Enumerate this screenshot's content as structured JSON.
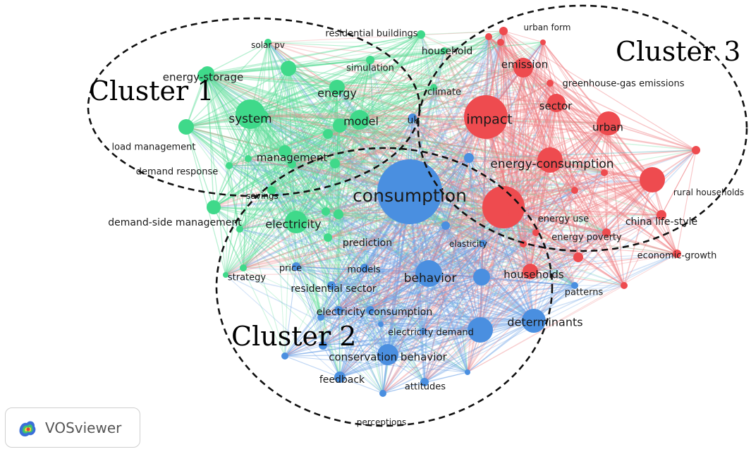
{
  "app": {
    "name": "VOSviewer",
    "logo_icon": "vosviewer-heatmap-icon"
  },
  "colors": {
    "cluster_1": "#3fd98a",
    "cluster_2": "#4a8fe0",
    "cluster_3": "#ee4b4f"
  },
  "clusters": [
    {
      "id": 1,
      "label": "Cluster 1"
    },
    {
      "id": 2,
      "label": "Cluster 2"
    },
    {
      "id": 3,
      "label": "Cluster 3"
    }
  ],
  "nodes": [
    {
      "label": "residential buildings",
      "cluster": 1
    },
    {
      "label": "solar pv",
      "cluster": 1
    },
    {
      "label": "household",
      "cluster": 1
    },
    {
      "label": "simulation",
      "cluster": 1
    },
    {
      "label": "energy-storage",
      "cluster": 1
    },
    {
      "label": "energy",
      "cluster": 1
    },
    {
      "label": "climate",
      "cluster": 1
    },
    {
      "label": "system",
      "cluster": 1
    },
    {
      "label": "model",
      "cluster": 1
    },
    {
      "label": "load management",
      "cluster": 1
    },
    {
      "label": "management",
      "cluster": 1
    },
    {
      "label": "demand response",
      "cluster": 1
    },
    {
      "label": "savings",
      "cluster": 1
    },
    {
      "label": "demand-side management",
      "cluster": 1
    },
    {
      "label": "electricity",
      "cluster": 1
    },
    {
      "label": "prediction",
      "cluster": 1
    },
    {
      "label": "strategy",
      "cluster": 1
    },
    {
      "label": "uk",
      "cluster": 2
    },
    {
      "label": "consumption",
      "cluster": 2
    },
    {
      "label": "elasticity",
      "cluster": 2
    },
    {
      "label": "price",
      "cluster": 2
    },
    {
      "label": "models",
      "cluster": 2
    },
    {
      "label": "behavior",
      "cluster": 2
    },
    {
      "label": "residential sector",
      "cluster": 2
    },
    {
      "label": "electricity consumption",
      "cluster": 2
    },
    {
      "label": "electricity demand",
      "cluster": 2
    },
    {
      "label": "determinants",
      "cluster": 2
    },
    {
      "label": "conservation behavior",
      "cluster": 2
    },
    {
      "label": "feedback",
      "cluster": 2
    },
    {
      "label": "attitudes",
      "cluster": 2
    },
    {
      "label": "perceptions",
      "cluster": 2
    },
    {
      "label": "patterns",
      "cluster": 2
    },
    {
      "label": "urban form",
      "cluster": 3
    },
    {
      "label": "emission",
      "cluster": 3
    },
    {
      "label": "greenhouse-gas emissions",
      "cluster": 3
    },
    {
      "label": "impact",
      "cluster": 3
    },
    {
      "label": "sector",
      "cluster": 3
    },
    {
      "label": "urban",
      "cluster": 3
    },
    {
      "label": "energy-consumption",
      "cluster": 3
    },
    {
      "label": "rural households",
      "cluster": 3
    },
    {
      "label": "energy use",
      "cluster": 3
    },
    {
      "label": "china life-style",
      "cluster": 3
    },
    {
      "label": "energy poverty",
      "cluster": 3
    },
    {
      "label": "economic-growth",
      "cluster": 3
    },
    {
      "label": "households",
      "cluster": 3
    }
  ]
}
